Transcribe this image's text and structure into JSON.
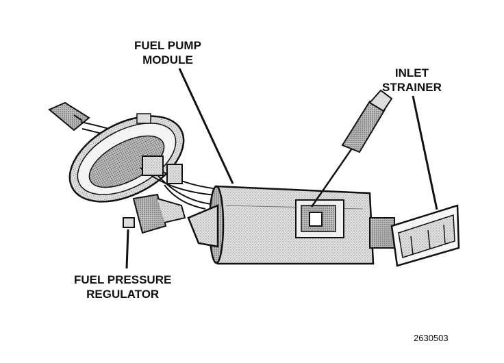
{
  "labels": {
    "fuel_pump_module": [
      "FUEL PUMP",
      "MODULE"
    ],
    "inlet_strainer": [
      "INLET",
      "STRAINER"
    ],
    "fuel_pressure_regulator": [
      "FUEL PRESSURE",
      "REGULATOR"
    ]
  },
  "figure_number": "2630503",
  "colors": {
    "ink": "#111111",
    "shade": "#cfcfcf",
    "paper": "#ffffff"
  }
}
